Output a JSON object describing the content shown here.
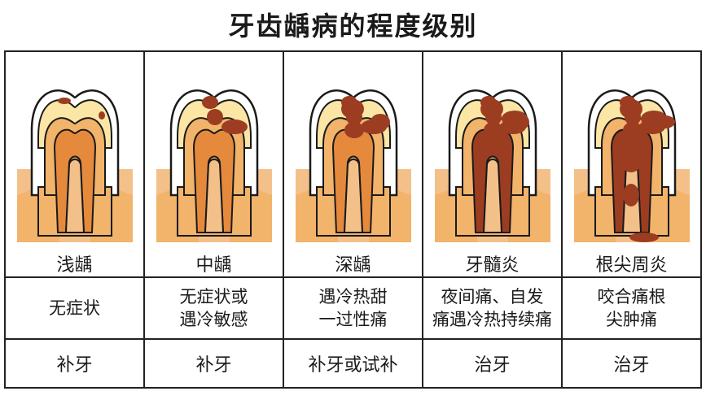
{
  "title": "牙齿龋病的程度级别",
  "colors": {
    "root": "#f2b36b",
    "dentin_light": "#fbe6a6",
    "pulp": "#e58a3c",
    "caries": "#9c3d22",
    "gum": "#f4c08a",
    "outline": "#1a1a1a"
  },
  "stages": [
    {
      "name": "浅龋",
      "symptom_lines": [
        "无症状"
      ],
      "treatment": "补牙",
      "severity": 1
    },
    {
      "name": "中龋",
      "symptom_lines": [
        "无症状或",
        "遇冷敏感"
      ],
      "treatment": "补牙",
      "severity": 2
    },
    {
      "name": "深龋",
      "symptom_lines": [
        "遇冷热甜",
        "一过性痛"
      ],
      "treatment": "补牙或试补",
      "severity": 3
    },
    {
      "name": "牙髓炎",
      "symptom_lines": [
        "夜间痛、自发",
        "痛遇冷热持续痛"
      ],
      "treatment": "治牙",
      "severity": 4
    },
    {
      "name": "根尖周炎",
      "symptom_lines": [
        "咬合痛根",
        "尖肿痛"
      ],
      "treatment": "治牙",
      "severity": 5
    }
  ]
}
